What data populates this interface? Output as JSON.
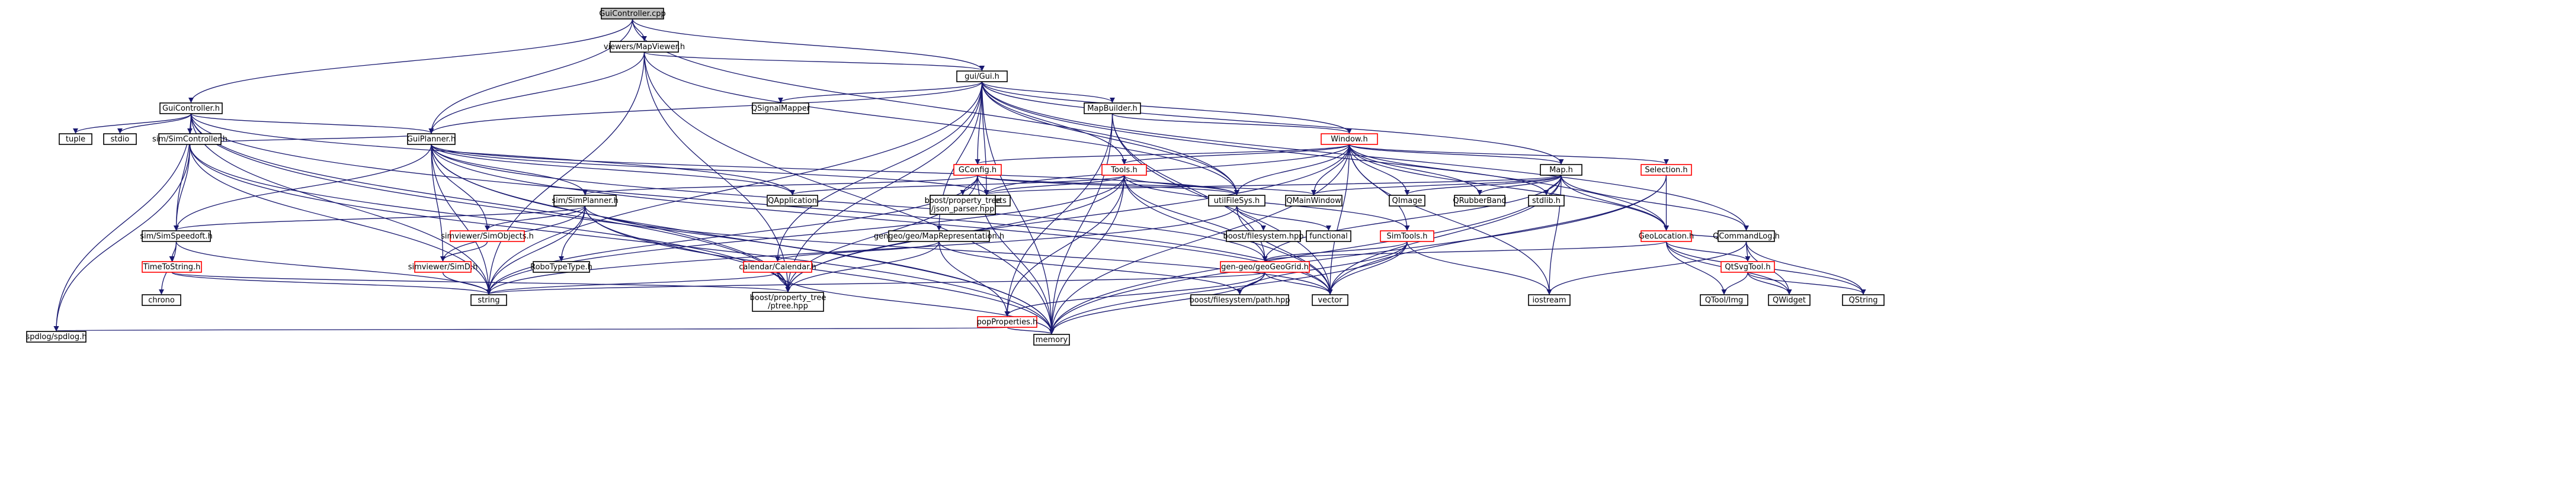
{
  "graph": {
    "nodes": [
      {
        "id": "root",
        "label": "GuiController.cpp",
        "style": "root"
      },
      {
        "id": "viewer",
        "label": "viewers/MapViewer.h",
        "style": "plain"
      },
      {
        "id": "gui_gui",
        "label": "gui/Gui.h",
        "style": "plain"
      },
      {
        "id": "guicontroller",
        "label": "GuiController.h",
        "style": "plain"
      },
      {
        "id": "sim_controller",
        "label": "sim/SimController.h",
        "style": "plain"
      },
      {
        "id": "guiplanner",
        "label": "GuiPlanner.h",
        "style": "plain"
      },
      {
        "id": "qapp",
        "label": "QApplication",
        "style": "plain"
      },
      {
        "id": "qsignal",
        "label": "QSignalMapper",
        "style": "plain"
      },
      {
        "id": "mapbuilder",
        "label": "MapBuilder.h",
        "style": "plain"
      },
      {
        "id": "window",
        "label": "Window.h",
        "style": "red"
      },
      {
        "id": "gconfig",
        "label": "GConfig.h",
        "style": "red"
      },
      {
        "id": "tools",
        "label": "Tools.h",
        "style": "red"
      },
      {
        "id": "utilfile",
        "label": "utilFileSys.h",
        "style": "plain"
      },
      {
        "id": "qwidget_main",
        "label": "QMainWindow",
        "style": "plain"
      },
      {
        "id": "qwidgets",
        "label": "QtWidgets",
        "style": "plain"
      },
      {
        "id": "mapdoc",
        "label": "Map.h",
        "style": "plain"
      },
      {
        "id": "selection",
        "label": "Selection.h",
        "style": "red"
      },
      {
        "id": "qcomm",
        "label": "QCommandLog.h",
        "style": "plain"
      },
      {
        "id": "qimage",
        "label": "QImage",
        "style": "plain"
      },
      {
        "id": "qrubber",
        "label": "QRubberBand",
        "style": "plain"
      },
      {
        "id": "stdlib",
        "label": "stdlib.h",
        "style": "plain"
      },
      {
        "id": "tuple",
        "label": "tuple",
        "style": "plain"
      },
      {
        "id": "stdio",
        "label": "stdio",
        "style": "plain"
      },
      {
        "id": "sim_planner",
        "label": "sim/SimPlanner.h",
        "style": "plain"
      },
      {
        "id": "boost_prop",
        "label": "boost/property_tree\n/json_parser.hpp",
        "style": "plain"
      },
      {
        "id": "sim_sp_bot",
        "label": "sim/SimSpeedoft.h",
        "style": "plain"
      },
      {
        "id": "timetostr",
        "label": "TimeToString.h",
        "style": "red"
      },
      {
        "id": "chrono",
        "label": "chrono",
        "style": "plain"
      },
      {
        "id": "simviewer_objects",
        "label": "simviewer/SimObjects.h",
        "style": "red"
      },
      {
        "id": "simviewer_d",
        "label": "simviewer/SimD.h",
        "style": "red"
      },
      {
        "id": "robotype",
        "label": "RoboTypeType.h",
        "style": "plain"
      },
      {
        "id": "gengeo_mpa",
        "label": "gengeo/geo/MapRepresentation.h",
        "style": "plain"
      },
      {
        "id": "calendar",
        "label": "calendar/Calendar.h",
        "style": "red"
      },
      {
        "id": "string",
        "label": "string",
        "style": "plain"
      },
      {
        "id": "ptree",
        "label": "boost/property_tree\n/ptree.hpp",
        "style": "plain"
      },
      {
        "id": "geofile",
        "label": "boost/filesystem/path.hpp",
        "style": "plain"
      },
      {
        "id": "popfile",
        "label": "popProperties.h",
        "style": "red"
      },
      {
        "id": "spdlog",
        "label": "spdlog/spdlog.h",
        "style": "plain"
      },
      {
        "id": "memory",
        "label": "memory",
        "style": "plain"
      },
      {
        "id": "simtools",
        "label": "SimTools.h",
        "style": "red"
      },
      {
        "id": "gengeo_grid",
        "label": "gen-geo/geoGeoGrid.h",
        "style": "red"
      },
      {
        "id": "vector",
        "label": "vector",
        "style": "plain"
      },
      {
        "id": "iostream",
        "label": "iostream",
        "style": "plain"
      },
      {
        "id": "boost_fs",
        "label": "boost/filesystem.hpp",
        "style": "plain"
      },
      {
        "id": "functional",
        "label": "functional",
        "style": "plain"
      },
      {
        "id": "geoloc",
        "label": "GeoLocation.h",
        "style": "red"
      },
      {
        "id": "qtsvg",
        "label": "QtSvgTool.h",
        "style": "red"
      },
      {
        "id": "qtcoreimg",
        "label": "QTool/Img",
        "style": "plain"
      },
      {
        "id": "qwidget",
        "label": "QWidget",
        "style": "plain"
      },
      {
        "id": "qstring",
        "label": "QString",
        "style": "plain"
      },
      {
        "id": "bprop_tree",
        "label": "boost/property_tree\n/json_parser.hpp",
        "style": "plain"
      }
    ]
  }
}
